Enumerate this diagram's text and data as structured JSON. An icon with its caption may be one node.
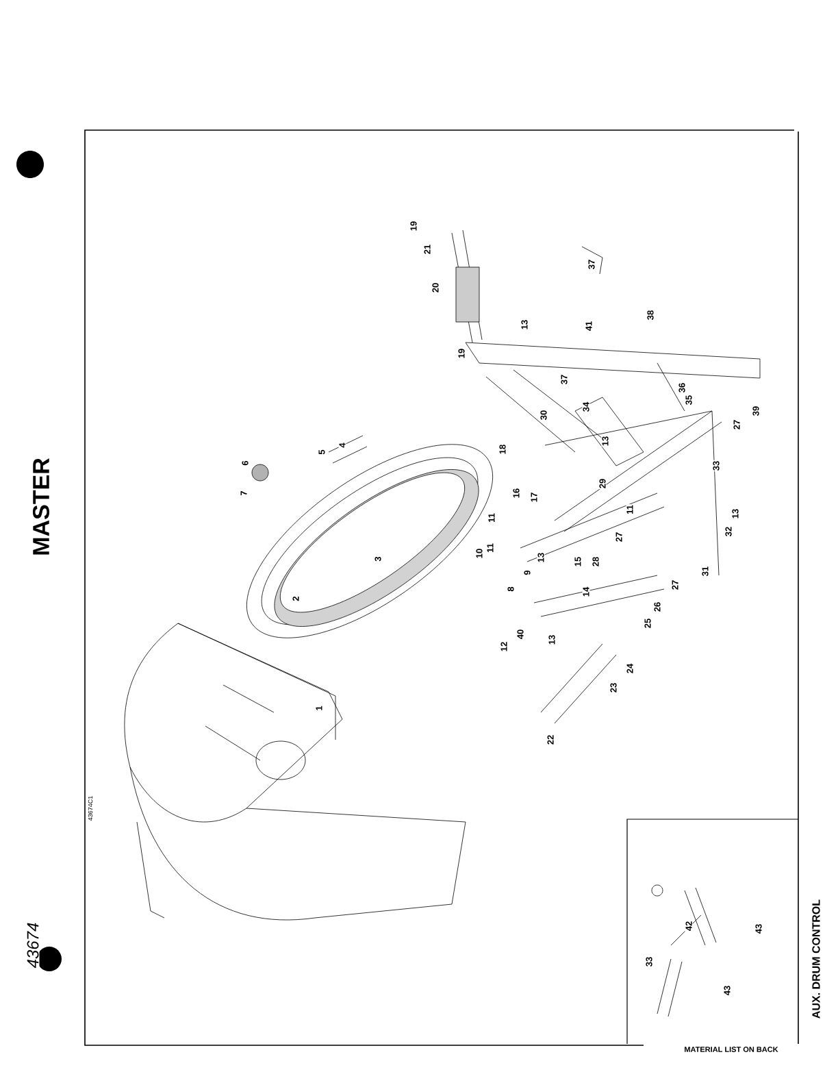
{
  "diagram": {
    "labels": [
      "19",
      "21",
      "20",
      "37",
      "13",
      "41",
      "38",
      "19",
      "37",
      "34",
      "36",
      "35",
      "39",
      "27",
      "30",
      "18",
      "13",
      "33",
      "4",
      "5",
      "6",
      "7",
      "16",
      "17",
      "11",
      "10",
      "11",
      "3",
      "2",
      "29",
      "11",
      "13",
      "32",
      "8",
      "9",
      "13",
      "15",
      "28",
      "27",
      "14",
      "27",
      "31",
      "26",
      "40",
      "13",
      "12",
      "25",
      "24",
      "23",
      "22",
      "1",
      "33",
      "42",
      "43",
      "43",
      "MASTER",
      "43674C1",
      "43674",
      "AUX. DRUM CONTROL",
      "MATERIAL LIST ON BACK"
    ]
  }
}
